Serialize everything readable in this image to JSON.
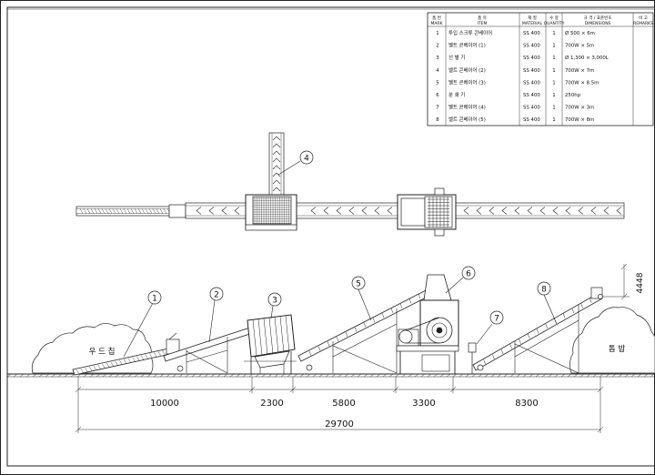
{
  "table": {
    "headers": [
      {
        "ko": "품 번",
        "en": "MARK"
      },
      {
        "ko": "품 목",
        "en": "ITEM"
      },
      {
        "ko": "재 질",
        "en": "MATERIAL"
      },
      {
        "ko": "수 량",
        "en": "QUANTITY"
      },
      {
        "ko": "규 격 / 표준번호",
        "en": "DIMENSIONS"
      },
      {
        "ko": "비 고",
        "en": "REMARKS"
      }
    ],
    "rows": [
      {
        "no": "1",
        "item": "투입 스크류 콘베이어",
        "material": "SS 400",
        "qty": "1",
        "spec": "Ø 500 × 6m",
        "remarks": ""
      },
      {
        "no": "2",
        "item": "벨트 콘베이어 (1)",
        "material": "SS 400",
        "qty": "1",
        "spec": "700W × 5m",
        "remarks": ""
      },
      {
        "no": "3",
        "item": "선 별 기",
        "material": "SS 400",
        "qty": "1",
        "spec": "Ø 1,300 × 3,000L",
        "remarks": ""
      },
      {
        "no": "4",
        "item": "벨트 콘베이어 (2)",
        "material": "SS 400",
        "qty": "1",
        "spec": "700W × 7m",
        "remarks": ""
      },
      {
        "no": "5",
        "item": "벨트 콘베이어 (3)",
        "material": "SS 400",
        "qty": "1",
        "spec": "700W × 8.5m",
        "remarks": ""
      },
      {
        "no": "6",
        "item": "분 쇄 기",
        "material": "SS 400",
        "qty": "1",
        "spec": "250hp",
        "remarks": ""
      },
      {
        "no": "7",
        "item": "벨트 콘베이어 (4)",
        "material": "SS 400",
        "qty": "1",
        "spec": "700W × 3m",
        "remarks": ""
      },
      {
        "no": "8",
        "item": "벨트 콘베이어 (5)",
        "material": "SS 400",
        "qty": "1",
        "spec": "700W × 8m",
        "remarks": ""
      }
    ]
  },
  "elevation": {
    "callouts": [
      "1",
      "2",
      "3",
      "4",
      "5",
      "6",
      "7",
      "8"
    ],
    "pile_left_label": "우 드 칩",
    "pile_right_label": "톱 밥",
    "height_dim": "4448"
  },
  "dimensions": {
    "segments": [
      "10000",
      "2300",
      "5800",
      "3300",
      "8300"
    ],
    "total": "29700"
  }
}
